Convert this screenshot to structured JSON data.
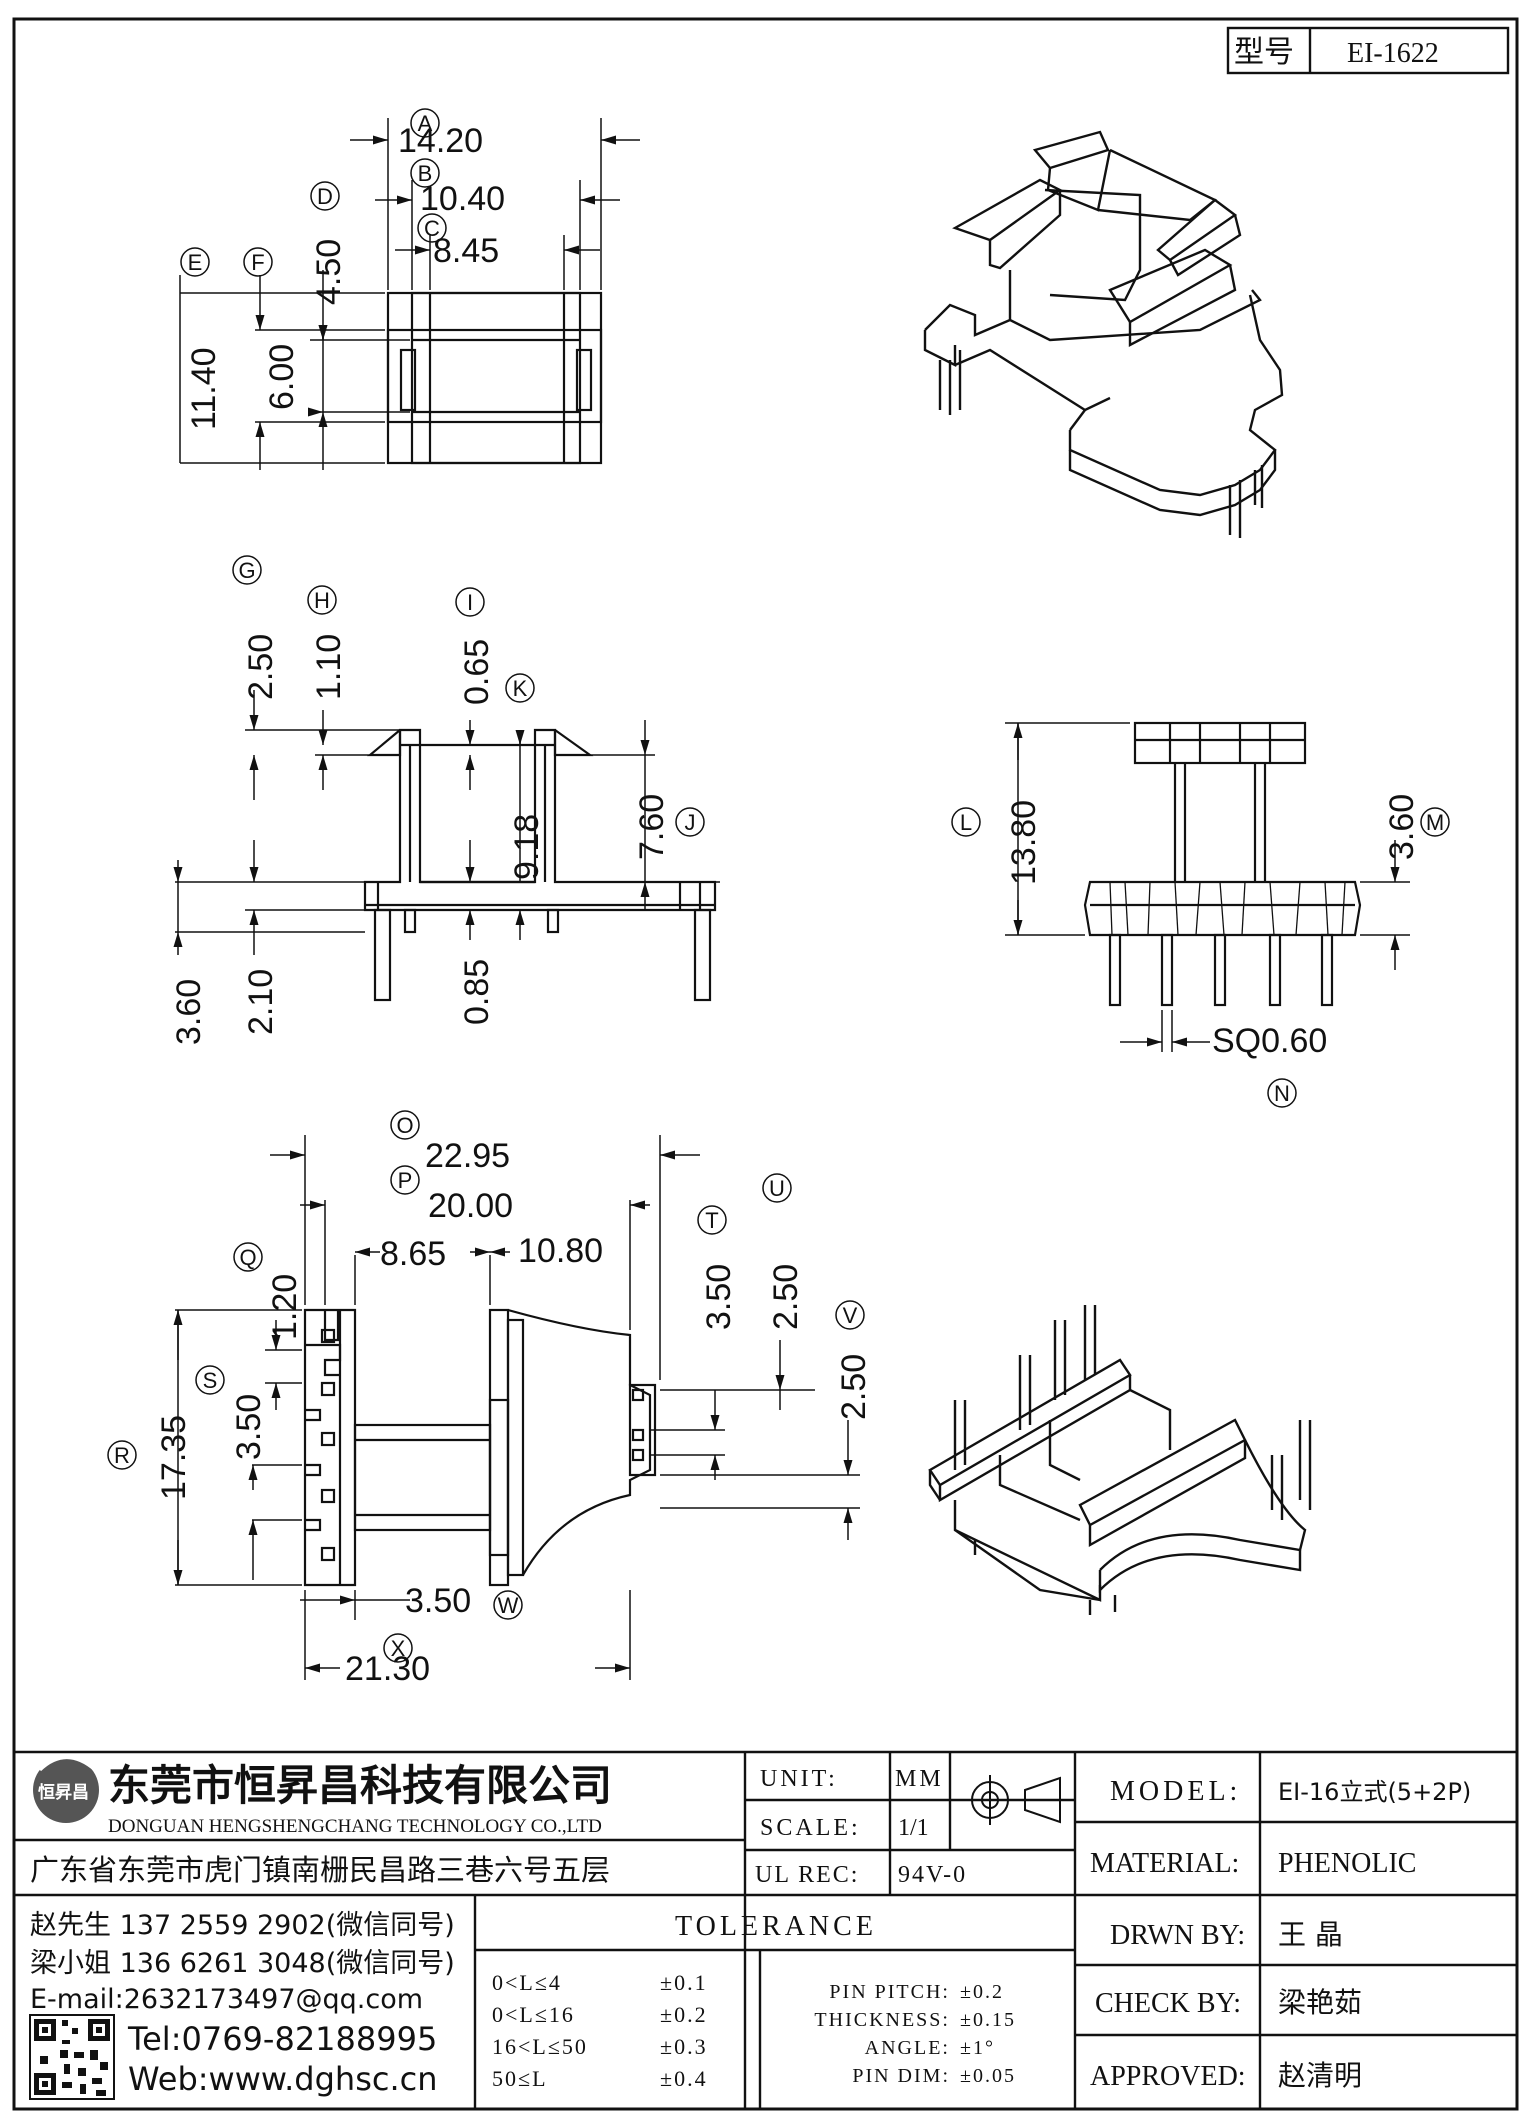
{
  "model_box": {
    "label": "型号",
    "value": "EI-1622"
  },
  "top_view": {
    "dims": [
      {
        "id": "A",
        "value": "14.20"
      },
      {
        "id": "B",
        "value": "10.40"
      },
      {
        "id": "C",
        "value": "8.45"
      },
      {
        "id": "D",
        "value": "4.50"
      },
      {
        "id": "E",
        "value": "11.40"
      },
      {
        "id": "F",
        "value": "6.00"
      }
    ]
  },
  "side_view": {
    "dims": [
      {
        "id": "G",
        "value": "2.50"
      },
      {
        "id": "H",
        "value": "1.10"
      },
      {
        "id": "I",
        "value": "0.65"
      },
      {
        "id": "K",
        "value": "9.18"
      },
      {
        "id": "J",
        "value": "7.60"
      },
      {
        "id": "",
        "value": "3.60"
      },
      {
        "id": "",
        "value": "2.10"
      },
      {
        "id": "",
        "value": "0.85"
      }
    ]
  },
  "front_view": {
    "dims": [
      {
        "id": "L",
        "value": "13.80"
      },
      {
        "id": "M",
        "value": "3.60"
      },
      {
        "id": "N",
        "value": "SQ0.60"
      }
    ]
  },
  "bottom_view": {
    "dims": [
      {
        "id": "O",
        "value": "22.95"
      },
      {
        "id": "P",
        "value": "20.00"
      },
      {
        "id": "Q",
        "value": "1.20"
      },
      {
        "id": "",
        "value": "8.65"
      },
      {
        "id": "",
        "value": "10.80"
      },
      {
        "id": "T",
        "value": "3.50"
      },
      {
        "id": "U",
        "value": "2.50"
      },
      {
        "id": "V",
        "value": "2.50"
      },
      {
        "id": "S",
        "value": "3.50"
      },
      {
        "id": "R",
        "value": "17.35"
      },
      {
        "id": "W",
        "value": "3.50"
      },
      {
        "id": "X",
        "value": "21.30"
      }
    ]
  },
  "company": {
    "logo_text": "恒昇昌",
    "name_cn": "东莞市恒昇昌科技有限公司",
    "name_en": "DONGUAN HENGSHENGCHANG TECHNOLOGY CO.,LTD",
    "address": "广东省东莞市虎门镇南栅民昌路三巷六号五层",
    "contacts": [
      "赵先生 137 2559 2902(微信同号)",
      "梁小姐 136 6261 3048(微信同号)",
      "E-mail:2632173497@qq.com"
    ],
    "tel": "Tel:0769-82188995",
    "web": "Web:www.dghsc.cn"
  },
  "spec": {
    "unit_label": "UNIT:",
    "unit_value": "MM",
    "scale_label": "SCALE:",
    "scale_value": "1/1",
    "ul_label": "UL REC:",
    "ul_value": "94V-0",
    "tolerance_title": "TOLERANCE",
    "tolerance_rows": [
      {
        "range": "0<L≤4",
        "tol": "±0.1"
      },
      {
        "range": "0<L≤16",
        "tol": "±0.2"
      },
      {
        "range": "16<L≤50",
        "tol": "±0.3"
      },
      {
        "range": "50≤L",
        "tol": "±0.4"
      }
    ],
    "pin_rows": [
      {
        "label": "PIN PITCH:",
        "tol": "±0.2"
      },
      {
        "label": "THICKNESS:",
        "tol": "±0.15"
      },
      {
        "label": "ANGLE:",
        "tol": "±1°"
      },
      {
        "label": "PIN DIM:",
        "tol": "±0.05"
      }
    ]
  },
  "title_block": {
    "model_label": "MODEL:",
    "model_value": "EI-16立式(5+2P)",
    "material_label": "MATERIAL:",
    "material_value": "PHENOLIC",
    "drwn_label": "DRWN BY:",
    "drwn_value": "王 晶",
    "check_label": "CHECK BY:",
    "check_value": "梁艳茹",
    "approved_label": "APPROVED:",
    "approved_value": "赵清明"
  }
}
